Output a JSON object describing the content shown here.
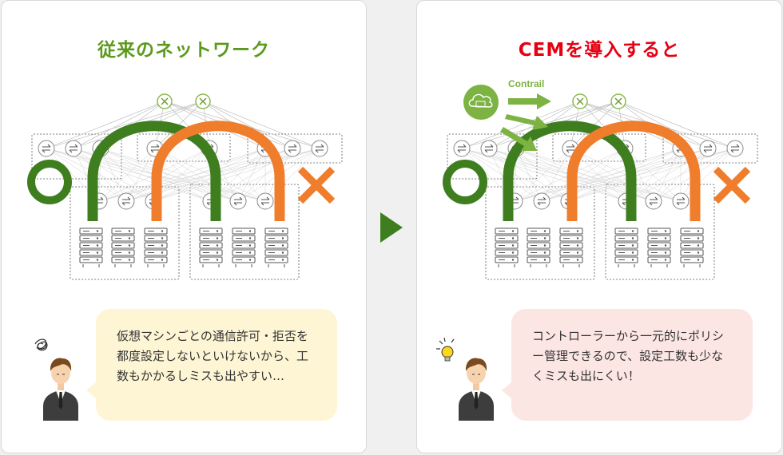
{
  "left_panel": {
    "title": "従来のネットワーク",
    "title_color": "#5b9a1e",
    "bubble_text": "仮想マシンごとの通信許可・拒否を都度設定しないといけないから、工数もかかるしミスも出やすい…",
    "bubble_color": "#fdf5d4",
    "person_icon": "confused-scribble-icon"
  },
  "right_panel": {
    "title": "CEMを導入すると",
    "title_color": "#e60012",
    "contrail_label": "Contrail",
    "bubble_text": "コントローラーから一元的にポリシー管理できるので、設定工数も少なくミスも出にくい！",
    "bubble_color": "#fce6e4",
    "person_icon": "lightbulb-icon"
  },
  "colors": {
    "green_arch": "#3f7e1e",
    "orange_arch": "#ef7d2c",
    "circle": "#3f7e1e",
    "cross": "#ef7d2c",
    "contrail_arrow": "#7cb342",
    "between_arrow": "#3f7e1e"
  },
  "icons": {
    "spine_switch": "spine-switch-icon",
    "leaf_switch": "leaf-switch-icon",
    "server": "server-rack-icon",
    "controller": "cloud-controller-icon",
    "circle_mark": "ok-circle-icon",
    "cross_mark": "ng-cross-icon"
  }
}
